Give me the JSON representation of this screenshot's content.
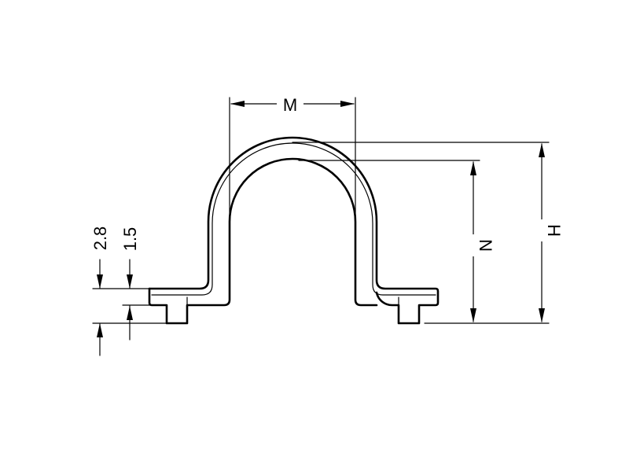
{
  "dimensions": {
    "width_label": "M",
    "inner_height_label": "N",
    "outer_height_label": "H",
    "flange_thickness_label": "2.8",
    "base_thickness_label": "1.5"
  },
  "colors": {
    "stroke": "#000000",
    "background": "#ffffff"
  }
}
